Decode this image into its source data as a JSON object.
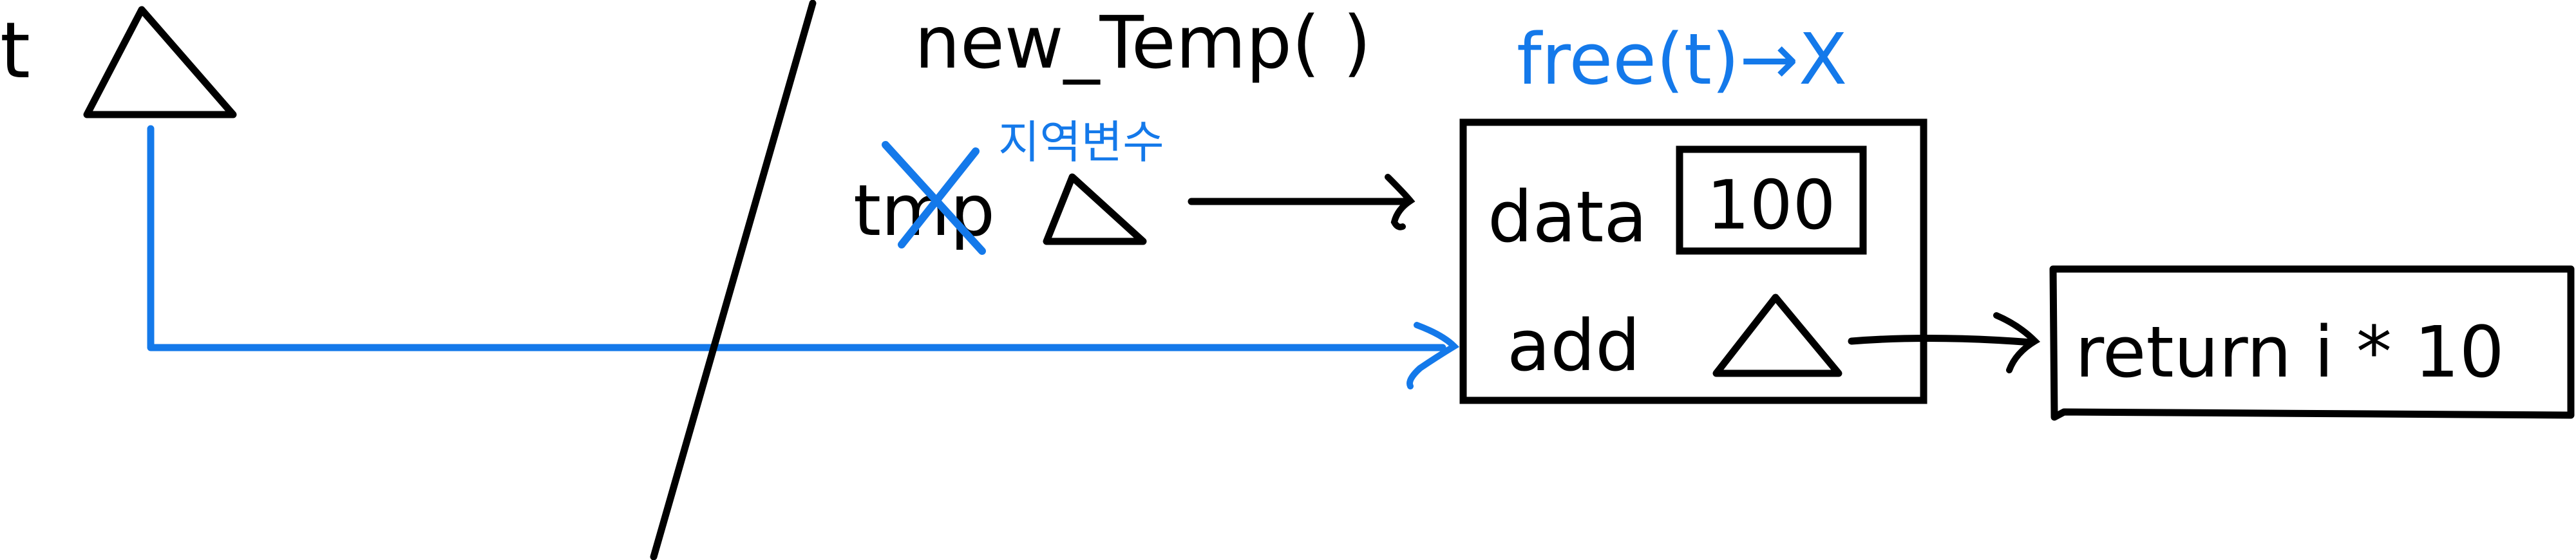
{
  "colors": {
    "ink": "#000000",
    "accent": "#1479ea",
    "background": "#ffffff"
  },
  "left": {
    "var_label": "t"
  },
  "right": {
    "call_label": "new_Temp( )",
    "free_note": "free(t)→X",
    "temp_label": "tmp",
    "korean_note": "지역변수",
    "struct": {
      "field_data": "data",
      "data_value": "100",
      "field_add": "add"
    },
    "func_box": "return i * 10"
  },
  "icons": [
    "pointer-triangle-icon",
    "strike-x-icon",
    "arrow-icon"
  ]
}
